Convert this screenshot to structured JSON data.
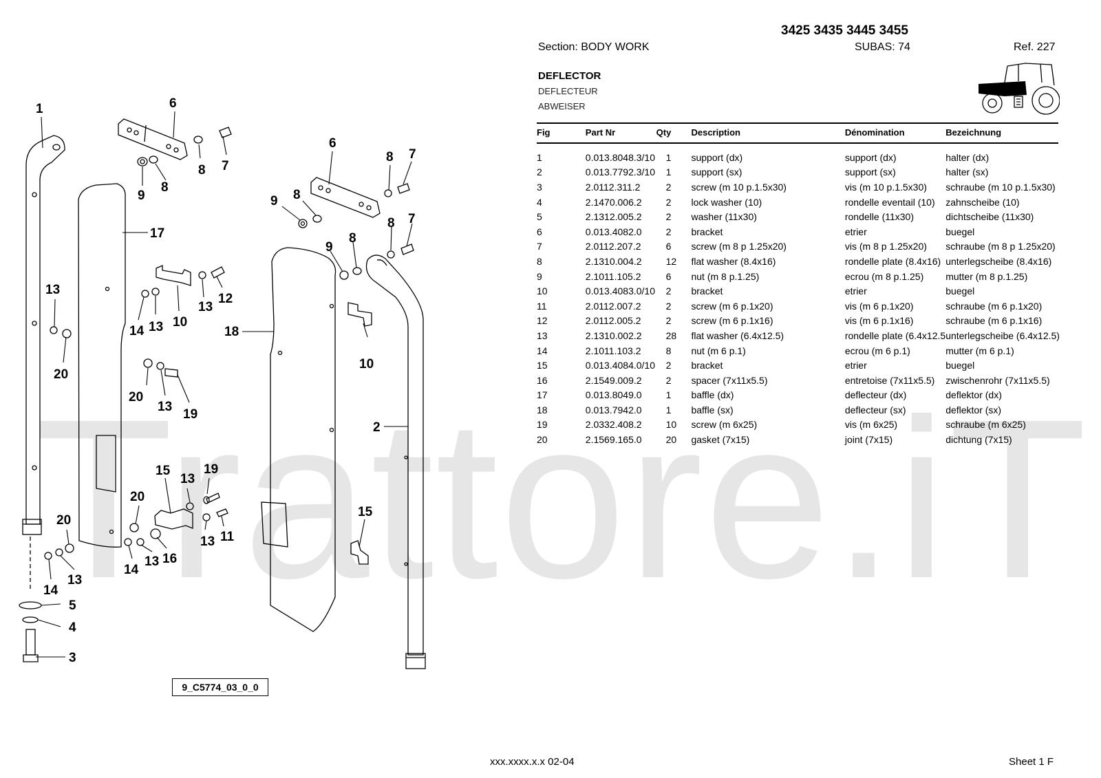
{
  "header": {
    "models": "3425 3435 3445 3455",
    "section": "Section: BODY  WORK",
    "subas": "SUBAS: 74",
    "ref": "Ref. 227"
  },
  "title": {
    "en": "DEFLECTOR",
    "fr": "DEFLECTEUR",
    "de": "ABWEISER"
  },
  "icons": {
    "tractor": "tractor-icon"
  },
  "table": {
    "columns": [
      "Fig",
      "Part Nr",
      "Qty",
      "Description",
      "Dénomination",
      "Bezeichnung"
    ],
    "rows": [
      [
        "1",
        "0.013.8048.3/10",
        "1",
        "support (dx)",
        "support (dx)",
        "halter (dx)"
      ],
      [
        "2",
        "0.013.7792.3/10",
        "1",
        "support (sx)",
        "support (sx)",
        "halter (sx)"
      ],
      [
        "3",
        "2.0112.311.2",
        "2",
        "screw (m 10 p.1.5x30)",
        "vis (m 10 p.1.5x30)",
        "schraube (m 10 p.1.5x30)"
      ],
      [
        "4",
        "2.1470.006.2",
        "2",
        "lock washer (10)",
        "rondelle eventail (10)",
        "zahnscheibe (10)"
      ],
      [
        "5",
        "2.1312.005.2",
        "2",
        "washer (11x30)",
        "rondelle (11x30)",
        "dichtscheibe (11x30)"
      ],
      [
        "6",
        "0.013.4082.0",
        "2",
        "bracket",
        "etrier",
        "buegel"
      ],
      [
        "7",
        "2.0112.207.2",
        "6",
        "screw (m 8 p 1.25x20)",
        "vis (m 8 p 1.25x20)",
        "schraube (m 8 p 1.25x20)"
      ],
      [
        "8",
        "2.1310.004.2",
        "12",
        "flat washer (8.4x16)",
        "rondelle plate (8.4x16)",
        "unterlegscheibe (8.4x16)"
      ],
      [
        "9",
        "2.1011.105.2",
        "6",
        "nut (m 8 p.1.25)",
        "ecrou (m 8 p.1.25)",
        "mutter (m 8 p.1.25)"
      ],
      [
        "10",
        "0.013.4083.0/10",
        "2",
        "bracket",
        "etrier",
        "buegel"
      ],
      [
        "11",
        "2.0112.007.2",
        "2",
        "screw (m 6 p.1x20)",
        "vis (m 6 p.1x20)",
        "schraube (m 6 p.1x20)"
      ],
      [
        "12",
        "2.0112.005.2",
        "2",
        "screw (m 6 p.1x16)",
        "vis (m 6 p.1x16)",
        "schraube (m 6 p.1x16)"
      ],
      [
        "13",
        "2.1310.002.2",
        "28",
        "flat washer (6.4x12.5)",
        "rondelle plate (6.4x12.5",
        "unterlegscheibe (6.4x12.5)"
      ],
      [
        "14",
        "2.1011.103.2",
        "8",
        "nut (m 6 p.1)",
        "ecrou (m 6 p.1)",
        "mutter (m 6 p.1)"
      ],
      [
        "15",
        "0.013.4084.0/10",
        "2",
        "bracket",
        "etrier",
        "buegel"
      ],
      [
        "16",
        "2.1549.009.2",
        "2",
        "spacer (7x11x5.5)",
        "entretoise (7x11x5.5)",
        "zwischenrohr (7x11x5.5)"
      ],
      [
        "17",
        "0.013.8049.0",
        "1",
        "baffle (dx)",
        "deflecteur (dx)",
        "deflektor (dx)"
      ],
      [
        "18",
        "0.013.7942.0",
        "1",
        "baffle (sx)",
        "deflecteur (sx)",
        "deflektor (sx)"
      ],
      [
        "19",
        "2.0332.408.2",
        "10",
        "screw (m 6x25)",
        "vis (m 6x25)",
        "schraube (m 6x25)"
      ],
      [
        "20",
        "2.1569.165.0",
        "20",
        "gasket (7x15)",
        "joint (7x15)",
        "dichtung (7x15)"
      ]
    ]
  },
  "drawing": {
    "figure_code": "9_C5774_03_0_0",
    "callouts": [
      "1",
      "6",
      "8",
      "7",
      "9",
      "8",
      "17",
      "13",
      "20",
      "14",
      "13",
      "10",
      "13",
      "12",
      "20",
      "13",
      "19",
      "15",
      "13",
      "19",
      "20",
      "13",
      "11",
      "20",
      "14",
      "13",
      "16",
      "14",
      "13",
      "5",
      "4",
      "3",
      "6",
      "8",
      "7",
      "9",
      "8",
      "9",
      "8",
      "8",
      "7",
      "18",
      "10",
      "2",
      "15"
    ]
  },
  "watermark": "Trattore.iT",
  "footer": {
    "code": "xxx.xxxx.x.x  02-04",
    "sheet": "Sheet 1 F"
  }
}
